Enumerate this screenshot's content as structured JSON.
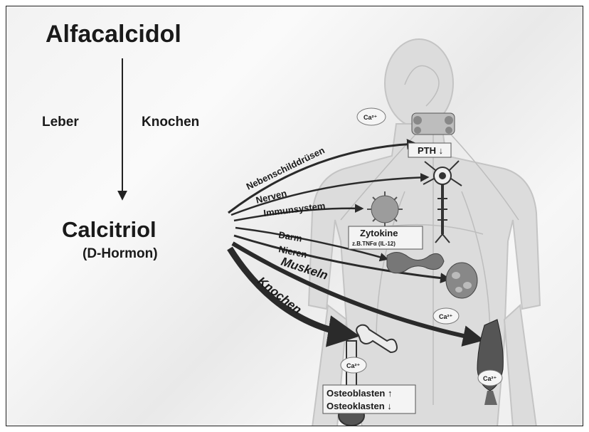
{
  "title": "Alfacalcidol",
  "left_labels": {
    "leber": "Leber",
    "knochen": "Knochen"
  },
  "center": {
    "name": "Calcitriol",
    "subtitle": "(D-Hormon)"
  },
  "arrows": {
    "nebenschilddruesen": "Nebenschilddrüsen",
    "nerven": "Nerven",
    "immunsystem": "Immunsystem",
    "darm": "Darm",
    "nieren": "Nieren",
    "muskeln": "Muskeln",
    "knochen": "Knochen"
  },
  "boxes": {
    "pth": "PTH ↓",
    "zytokine": "Zytokine",
    "zytokine_sub": "z.B.TNFα (IL-12)",
    "osteoblasten": "Osteoblasten ↑",
    "osteoklasten": "Osteoklasten ↓"
  },
  "ions": {
    "ca_thyroid": "Ca²⁺",
    "ca_kidney": "Ca²⁺",
    "ca_bone": "Ca²⁺",
    "ca_muscle": "Ca²⁺"
  }
}
